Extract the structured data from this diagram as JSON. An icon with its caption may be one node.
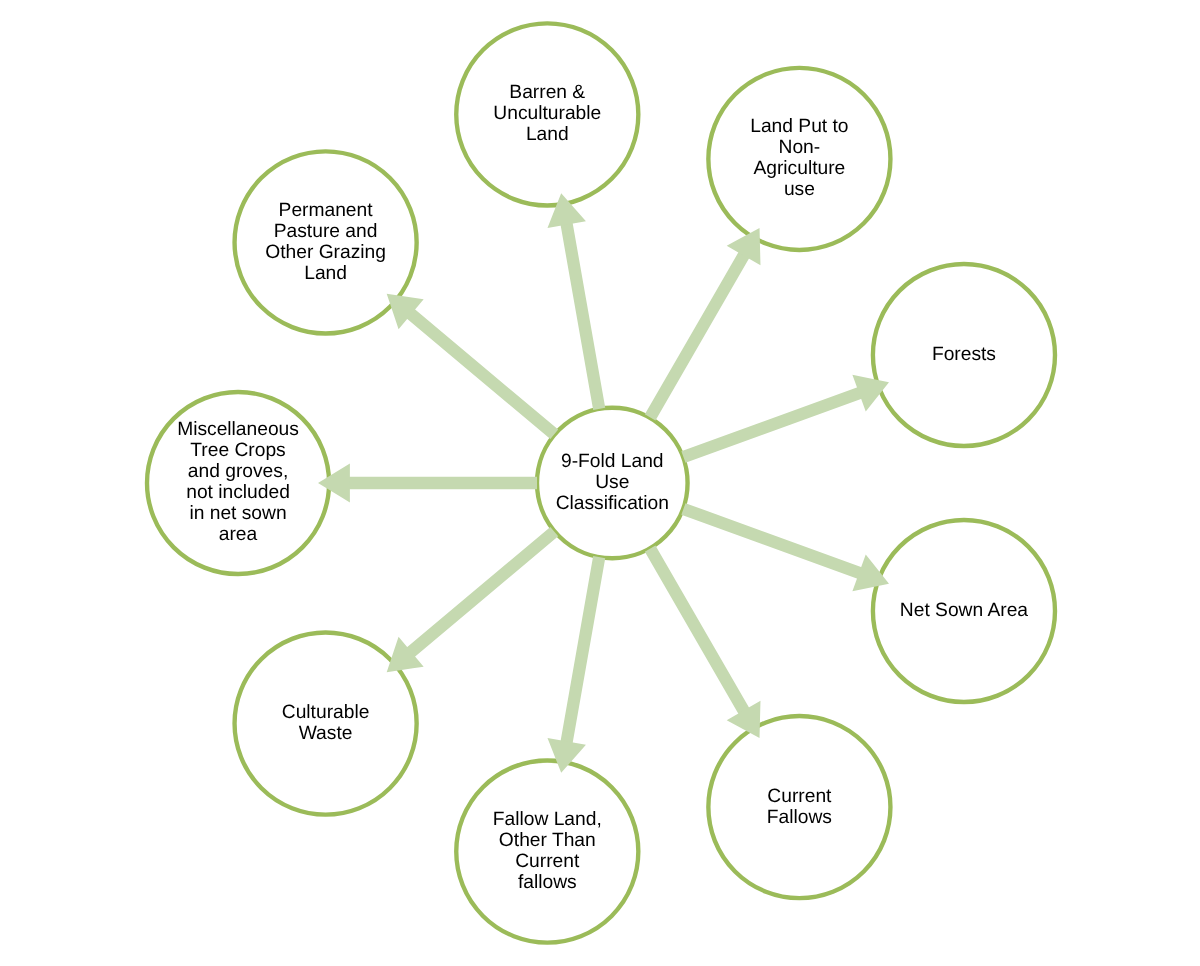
{
  "diagram": {
    "nodes": [
      {
        "text": [
          "9-Fold Land Use Classification"
        ]
      },
      {
        "text": [
          "Forests"
        ]
      },
      {
        "text": [
          "Land Put to Non-Agriculture use"
        ]
      },
      {
        "text": [
          "Barren & Unculturable Land"
        ]
      },
      {
        "text": [
          "Permanent Pasture and Other Grazing Land"
        ]
      },
      {
        "text": [
          "Miscellaneous Tree Crops and groves, not included in net sown area"
        ]
      },
      {
        "text": [
          "Culturable Waste"
        ]
      },
      {
        "text": [
          "Fallow Land, Other Than Current fallows"
        ]
      },
      {
        "text": [
          "Current Fallows"
        ]
      },
      {
        "text": [
          "Net Sown Area"
        ]
      }
    ],
    "edges": [
      {
        "from": 0,
        "to": 1,
        "arrow": "to"
      },
      {
        "from": 0,
        "to": 2,
        "arrow": "to"
      },
      {
        "from": 0,
        "to": 3,
        "arrow": "to"
      },
      {
        "from": 0,
        "to": 4,
        "arrow": "to"
      },
      {
        "from": 0,
        "to": 5,
        "arrow": "to"
      },
      {
        "from": 0,
        "to": 6,
        "arrow": "to"
      },
      {
        "from": 0,
        "to": 7,
        "arrow": "to"
      },
      {
        "from": 0,
        "to": 8,
        "arrow": "to"
      },
      {
        "from": 0,
        "to": 9,
        "arrow": "to"
      }
    ]
  }
}
